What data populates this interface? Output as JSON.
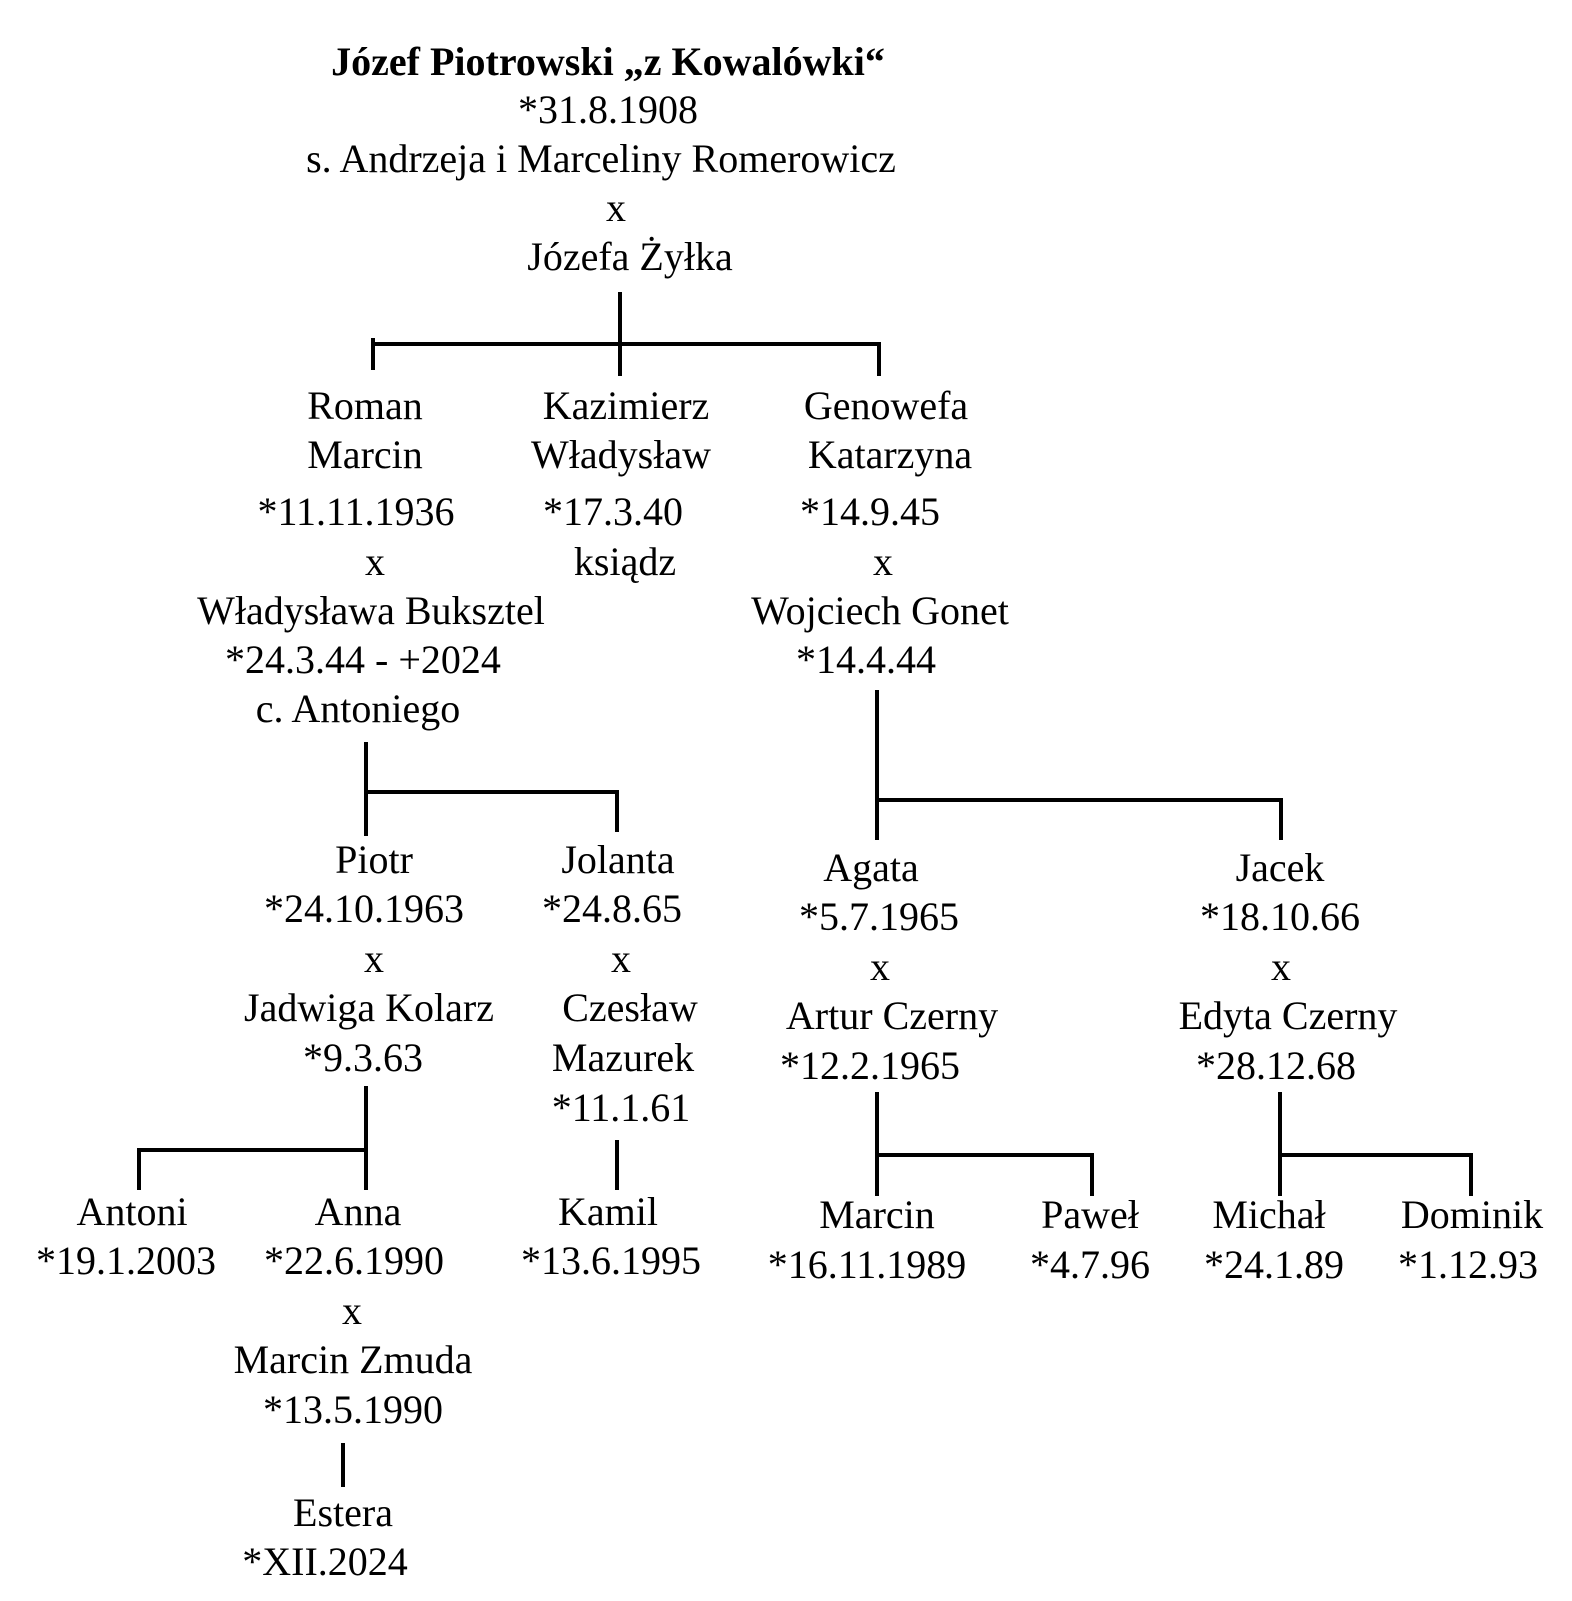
{
  "root": {
    "name": "Józef  Piotrowski „z Kowalówki“",
    "birth": "*31.8.1908",
    "parents": "s. Andrzeja i Marceliny Romerowicz",
    "marriage_mark": "x",
    "spouse": "Józefa Żyłka"
  },
  "children": {
    "roman": {
      "name1": "Roman",
      "name2": "Marcin",
      "birth": "*11.11.1936",
      "marriage_mark": "x",
      "spouse": "Władysława Buksztel",
      "spouse_dates": "*24.3.44 - +2024",
      "spouse_parent": "c. Antoniego"
    },
    "kazimierz": {
      "name1": "Kazimierz",
      "name2": "Władysław",
      "birth": "*17.3.40",
      "note": "ksiądz"
    },
    "genowefa": {
      "name1": "Genowefa",
      "name2": "Katarzyna",
      "birth": "*14.9.45",
      "marriage_mark": "x",
      "spouse": "Wojciech Gonet",
      "spouse_birth": "*14.4.44"
    }
  },
  "grandchildren": {
    "piotr": {
      "name": "Piotr",
      "birth": "*24.10.1963",
      "marriage_mark": "x",
      "spouse": "Jadwiga Kolarz",
      "spouse_birth": "*9.3.63"
    },
    "jolanta": {
      "name": "Jolanta",
      "birth": "*24.8.65",
      "marriage_mark": "x",
      "spouse1": "Czesław",
      "spouse2": "Mazurek",
      "spouse_birth": "*11.1.61"
    },
    "agata": {
      "name": "Agata",
      "birth": "*5.7.1965",
      "marriage_mark": "x",
      "spouse": "Artur Czerny",
      "spouse_birth": "*12.2.1965"
    },
    "jacek": {
      "name": "Jacek",
      "birth": "*18.10.66",
      "marriage_mark": "x",
      "spouse": "Edyta Czerny",
      "spouse_birth": "*28.12.68"
    }
  },
  "great_grandchildren": {
    "antoni": {
      "name": "Antoni",
      "birth": "*19.1.2003"
    },
    "anna": {
      "name": "Anna",
      "birth": "*22.6.1990",
      "marriage_mark": "x",
      "spouse": "Marcin Zmuda",
      "spouse_birth": "*13.5.1990"
    },
    "kamil": {
      "name": "Kamil",
      "birth": "*13.6.1995"
    },
    "marcin": {
      "name": "Marcin",
      "birth": "*16.11.1989"
    },
    "pawel": {
      "name": "Paweł",
      "birth": "*4.7.96"
    },
    "michal": {
      "name": "Michał",
      "birth": "*24.1.89"
    },
    "dominik": {
      "name": "Dominik",
      "birth": "*1.12.93"
    }
  },
  "great_great_grandchildren": {
    "estera": {
      "name": "Estera",
      "birth": "*XII.2024"
    }
  }
}
